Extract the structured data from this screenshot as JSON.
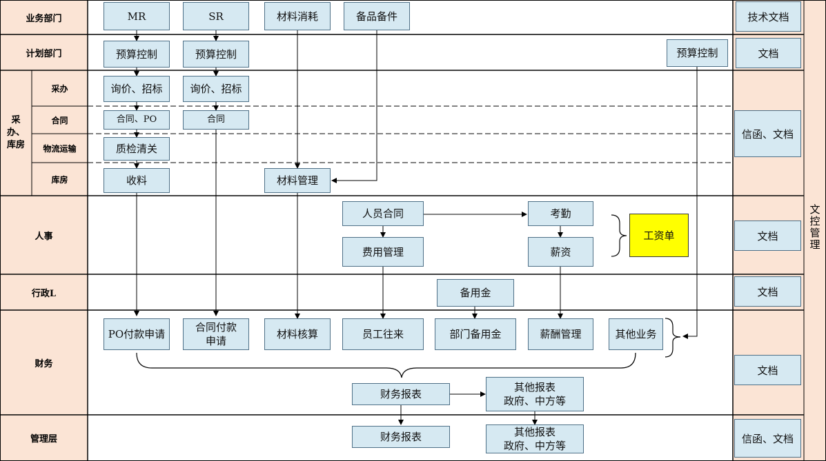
{
  "lanes": {
    "business": "业务部门",
    "planning": "计划部门",
    "procure_group": "采办、库房",
    "procurement": "采办",
    "contract": "合同",
    "logistics": "物流运输",
    "warehouse": "库房",
    "hr": "人事",
    "admin": "行政L",
    "finance": "财务",
    "management": "管理层"
  },
  "boxes": {
    "mr": "MR",
    "sr": "SR",
    "material_consumption": "材料消耗",
    "spare_parts": "备品备件",
    "budget1": "预算控制",
    "budget2": "预算控制",
    "budget3": "预算控制",
    "inquiry1": "询价、招标",
    "inquiry2": "询价、招标",
    "contract_po": "合同、PO",
    "contract": "合同",
    "qc": "质检清关",
    "receiving": "收料",
    "material_mgmt": "材料管理",
    "staff_contract": "人员合同",
    "attendance": "考勤",
    "expense_mgmt": "费用管理",
    "salary": "薪资",
    "payroll": "工资单",
    "petty_cash": "备用金",
    "po_payment": "PO付款申请",
    "contract_payment": "合同付款申请",
    "material_accounting": "材料核算",
    "staff_transactions": "员工往来",
    "dept_petty_cash": "部门备用金",
    "payroll_mgmt": "薪酬管理",
    "other_business": "其他业务",
    "fin_report1": "财务报表",
    "other_reports1_l1": "其他报表",
    "other_reports1_l2": "政府、中方等",
    "fin_report2": "财务报表",
    "other_reports2_l1": "其他报表",
    "other_reports2_l2": "政府、中方等"
  },
  "docs": {
    "tech_docs": "技术文档",
    "planning_doc": "文档",
    "procure_docs": "信函、文档",
    "hr_doc": "文档",
    "admin_doc": "文档",
    "finance_doc": "文档",
    "mgmt_docs": "信函、文档",
    "doc_control": "文控管理"
  }
}
